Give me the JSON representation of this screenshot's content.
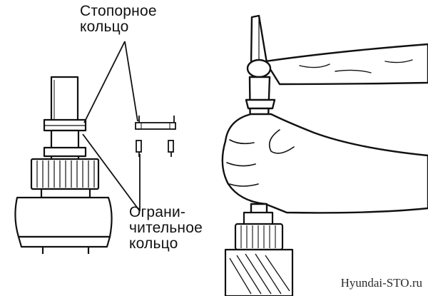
{
  "labels": {
    "snap_ring": [
      "Стопорное",
      "кольцо"
    ],
    "stop_ring": [
      "Ограни-",
      "чительное",
      "кольцо"
    ]
  },
  "watermark": "Hyundai-STO.ru",
  "colors": {
    "ink": "#111111",
    "paper": "#ffffff"
  }
}
